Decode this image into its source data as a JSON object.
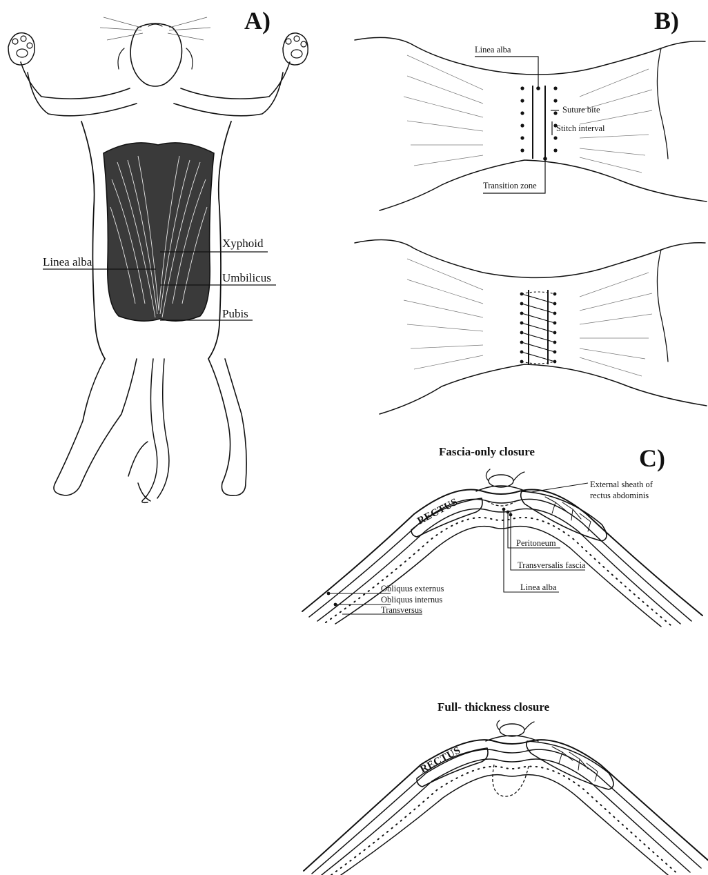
{
  "panel_a": {
    "letter": "A)",
    "labels": {
      "xyphoid": "Xyphoid",
      "linea_alba": "Linea alba",
      "umbilicus": "Umbilicus",
      "pubis": "Pubis"
    }
  },
  "panel_b": {
    "letter": "B)",
    "labels": {
      "linea_alba": "Linea alba",
      "suture_bite": "Suture bite",
      "stitch_interval": "Stitch interval",
      "transition_zone": "Transition zone"
    }
  },
  "panel_c": {
    "letter": "C)",
    "fascia_title": "Fascia-only closure",
    "full_title": "Full- thickness closure",
    "rectus": "RECTUS",
    "labels": {
      "external_sheath_1": "External sheath of",
      "external_sheath_2": "rectus abdominis",
      "peritoneum": "Peritoneum",
      "transversalis": "Transversalis fascia",
      "linea_alba": "Linea alba",
      "obliquus_externus": "Obliquus externus",
      "obliquus_internus": "Obliquus internus",
      "transversus": "Transversus"
    }
  }
}
